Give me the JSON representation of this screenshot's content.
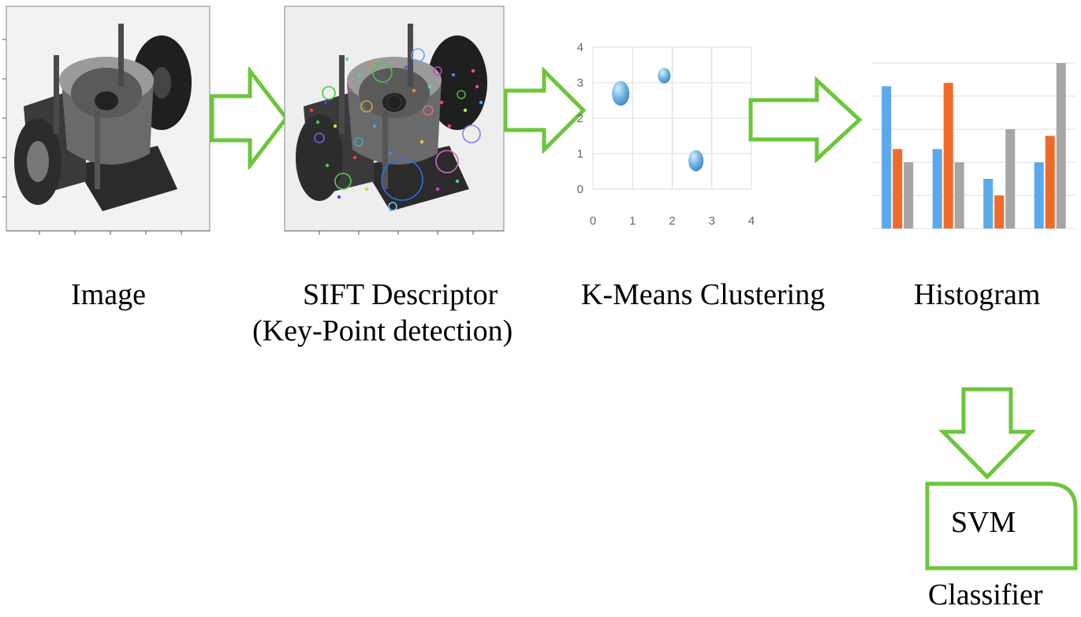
{
  "captions": {
    "image": "Image",
    "sift_line1": "SIFT Descriptor",
    "sift_line2": "(Key-Point detection)",
    "kmeans": "K-Means Clustering",
    "histogram": "Histogram",
    "svm": "SVM",
    "classifier": "Classifier"
  },
  "colors": {
    "arrow": "#6cc63a",
    "series_blue": "#5aa9ec",
    "series_orange": "#f06b2b",
    "series_gray": "#a6a6a6",
    "cluster": "#6fb3e0"
  },
  "chart_data": [
    {
      "type": "scatter",
      "title": "",
      "xlabel": "",
      "ylabel": "",
      "xlim": [
        0,
        4
      ],
      "ylim": [
        0,
        4
      ],
      "x_ticks": [
        "0",
        "1",
        "2",
        "3",
        "4"
      ],
      "y_ticks": [
        "0",
        "1",
        "2",
        "3",
        "4"
      ],
      "grid": true,
      "points": [
        {
          "x": 0.7,
          "y": 2.7,
          "rx": 0.22,
          "ry": 0.35
        },
        {
          "x": 1.8,
          "y": 3.2,
          "rx": 0.16,
          "ry": 0.22
        },
        {
          "x": 2.6,
          "y": 0.8,
          "rx": 0.19,
          "ry": 0.3
        }
      ]
    },
    {
      "type": "bar",
      "title": "",
      "xlabel": "",
      "ylabel": "",
      "ylim": [
        0,
        5
      ],
      "grid": true,
      "categories": [
        "",
        "",
        "",
        ""
      ],
      "series": [
        {
          "values": [
            4.3,
            2.4,
            1.5,
            2.0
          ]
        },
        {
          "values": [
            2.4,
            4.4,
            1.0,
            2.8
          ]
        },
        {
          "values": [
            2.0,
            2.0,
            3.0,
            5.0
          ]
        }
      ]
    }
  ]
}
